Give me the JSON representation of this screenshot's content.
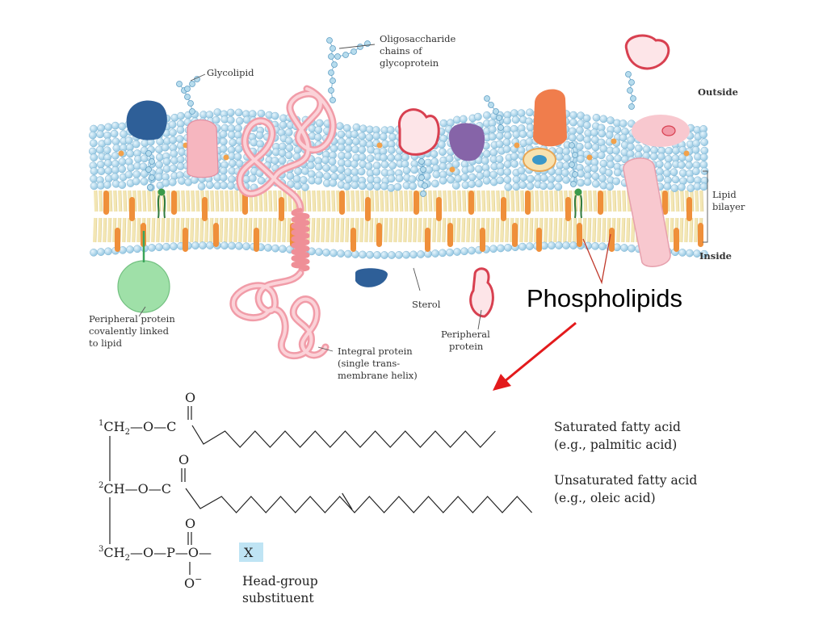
{
  "membrane": {
    "labels": {
      "oligosaccharide": [
        "Oligosaccharide",
        "chains of",
        "glycoprotein"
      ],
      "glycolipid": "Glycolipid",
      "outside": "Outside",
      "lipid_bilayer": [
        "Lipid",
        "bilayer"
      ],
      "inside": "Inside",
      "peripheral_lipid": [
        "Peripheral protein",
        "covalently linked",
        "to lipid"
      ],
      "sterol": "Sterol",
      "peripheral": [
        "Peripheral",
        "protein"
      ],
      "integral": [
        "Integral protein",
        "(single trans-",
        "membrane helix)"
      ]
    },
    "callout": "Phospholipids",
    "colors": {
      "headgroup": "#a9d3ea",
      "tail": "#f3e6b3",
      "cholesterol": "#ef8f3a",
      "protein_pink": "#f6b6bf",
      "protein_orange": "#f07d4c",
      "protein_blue": "#2e5f98",
      "protein_purple": "#8664a8",
      "protein_green": "#9fe0a8",
      "arrow": "#e31a1c"
    }
  },
  "structure": {
    "c1": {
      "num": "1",
      "group": "CH",
      "sub": "2",
      "link": "—O—",
      "carbon": "C",
      "oxygen": "O"
    },
    "c2": {
      "num": "2",
      "group": "CH",
      "link": "—O—",
      "carbon": "C",
      "oxygen": "O"
    },
    "c3": {
      "num": "3",
      "group": "CH",
      "sub": "2",
      "link": "—O—",
      "p": "P",
      "link2": "—O—",
      "x": "X",
      "o_top": "O",
      "o_bottom": "O",
      "charge": "−"
    },
    "saturated": [
      "Saturated fatty acid",
      "(e.g., palmitic acid)"
    ],
    "unsaturated": [
      "Unsaturated fatty acid",
      "(e.g., oleic acid)"
    ],
    "headgroup": [
      "Head-group",
      "substituent"
    ]
  }
}
